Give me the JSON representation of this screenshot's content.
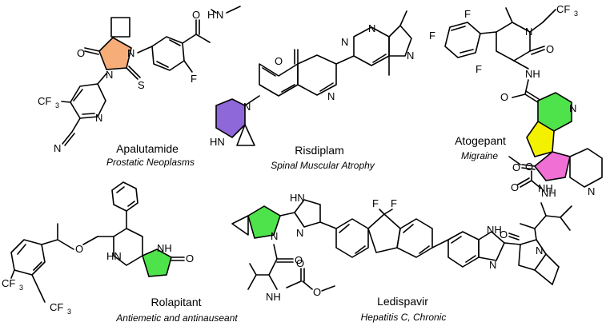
{
  "colors": {
    "orange": "#f6ad78",
    "purple": "#8e67d9",
    "green": "#4ee34a",
    "yellow": "#f4f100",
    "pink": "#ef6fd5"
  },
  "drugs": [
    {
      "name": "Apalutamide",
      "indication": "Prostatic Neoplasms",
      "highlight": "orange"
    },
    {
      "name": "Risdiplam",
      "indication": "Spinal Muscular Atrophy",
      "highlight": "purple"
    },
    {
      "name": "Atogepant",
      "indication": "Migraine",
      "highlight": "green, yellow, pink"
    },
    {
      "name": "Rolapitant",
      "indication": "Antiemetic and antinauseant",
      "highlight": "green"
    },
    {
      "name": "Ledispavir",
      "indication": "Hepatitis C, Chronic",
      "highlight": "green"
    }
  ],
  "atoms": {
    "cf3": "CF",
    "cf3_sub": "3",
    "n": "N",
    "o": "O",
    "s": "S",
    "f": "F",
    "h": "H",
    "hn": "HN",
    "nh": "NH",
    "cn_n": "N",
    "ff": "F"
  }
}
